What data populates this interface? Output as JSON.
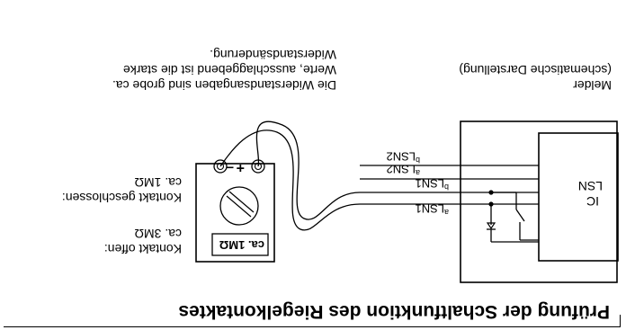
{
  "title": "Prüfung der Schaltfunktion des Riegelkontaktes",
  "meter": {
    "scale_label": "ca. 1MΩ",
    "plus_sign": "+",
    "minus_sign": "–"
  },
  "states": {
    "open": {
      "line1": "Kontakt offen:",
      "line2": "ca. 3MΩ"
    },
    "closed": {
      "line1": "Kontakt geschlossen:",
      "line2": "ca. 1MΩ"
    }
  },
  "note": {
    "line1": "Die Widerstandsangaben sind grobe ca.",
    "line2": "Werte, ausschlaggebend ist die starke",
    "line3": "Widerstandsänderung."
  },
  "detector": {
    "caption_line1": "Melder",
    "caption_line2": "(schematische Darstellung)",
    "ic_line1": "IC",
    "ic_line2": "LSN"
  },
  "terminals": [
    {
      "prefix": "a",
      "name": "LSN1"
    },
    {
      "prefix": "b",
      "name": "LSN1"
    },
    {
      "prefix": "a",
      "name": "LSN2"
    },
    {
      "prefix": "b",
      "name": "LSN2"
    }
  ],
  "colors": {
    "ink": "#000000",
    "paper": "#ffffff"
  }
}
